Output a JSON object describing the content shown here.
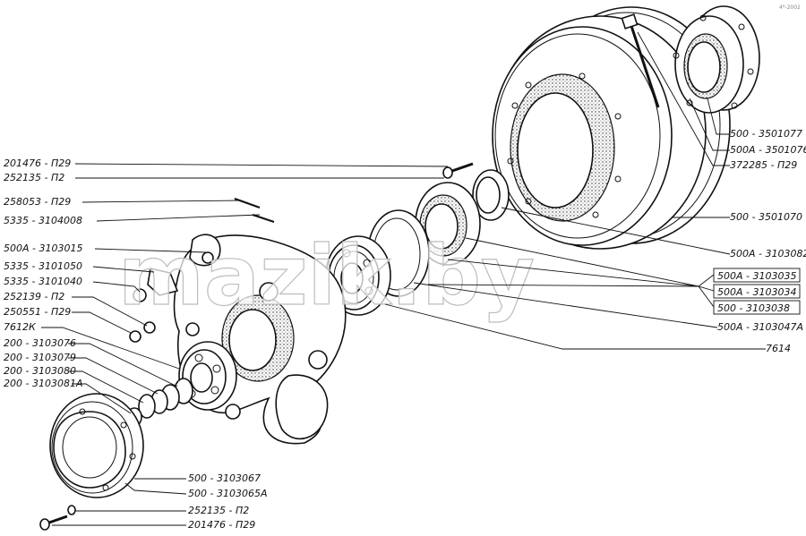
{
  "corner_mark": "4ᴮ-2002",
  "watermark": "mazik.by",
  "left_labels": [
    "201476 - П29",
    "252135 - П2",
    "258053 - П29",
    "5335 - 3104008",
    "500А - 3103015",
    "5335 - 3101050",
    "5335 - 3101040",
    "252139 - П2",
    "250551 - П29",
    "7612К",
    "200 - 3103076",
    "200 - 3103079",
    "200 - 3103080",
    "200 - 3103081А"
  ],
  "right_labels": [
    "500 - 3501077",
    "500А - 3501076",
    "372285 - П29",
    "500 - 3501070",
    "500А - 3103082",
    "500А - 3103035",
    "500А - 3103034",
    "500 - 3103038",
    "500А - 3103047А",
    "7614"
  ],
  "bottom_labels": [
    "500 - 3103067",
    "500 - 3103065А",
    "252135 - П2",
    "201476 - П29"
  ]
}
